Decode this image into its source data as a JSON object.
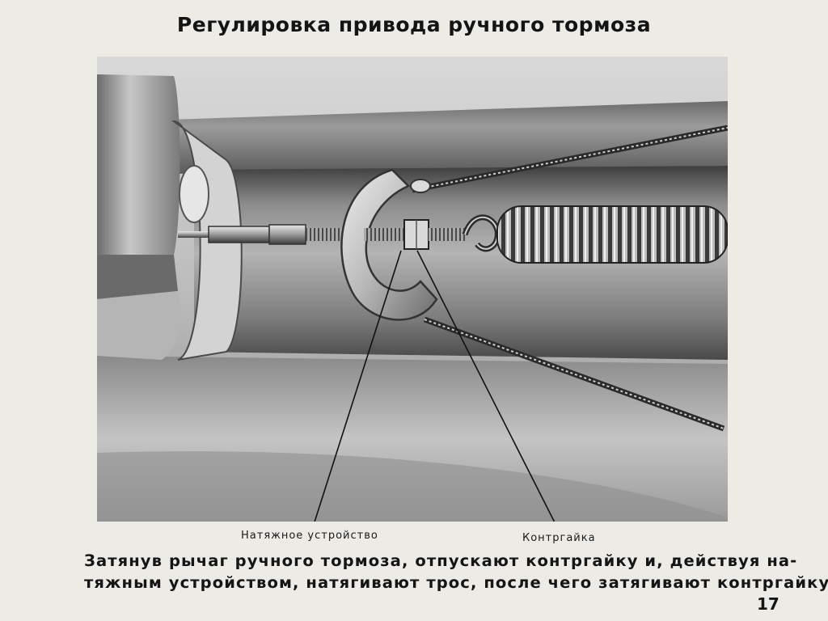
{
  "title": "Регулировка привода ручного тормоза",
  "callouts": {
    "tension_device": "Натяжное устройство",
    "lock_nut": "Контргайка"
  },
  "caption": {
    "line1": "Затянув рычаг ручного тормоза, отпускают контргайку и, действуя на-",
    "line2": "тяжным устройством, натягивают трос, после чего затягивают контргайку."
  },
  "page_number": "17"
}
